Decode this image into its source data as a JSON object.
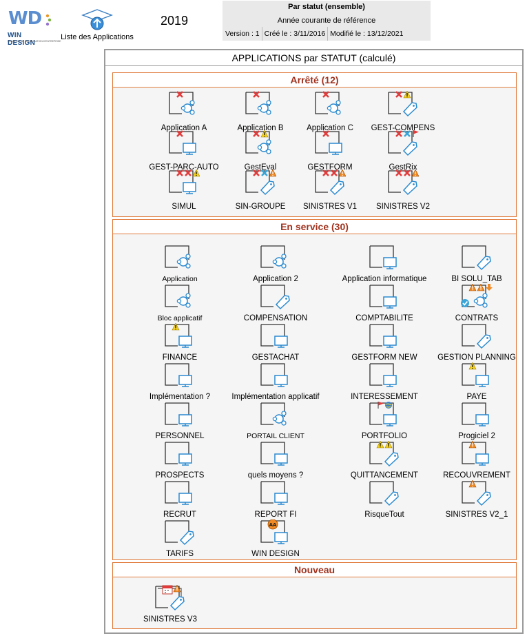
{
  "header": {
    "logo_text": "WIN DESIGN",
    "logo_tagline": "SOLUTION DE MODELISATION D'ENTREPRISE",
    "applist_label": "Liste des Applications",
    "year": "2019",
    "info": {
      "title": "Par statut (ensemble)",
      "subtitle": "Année courante de référence",
      "version": "Version : 1",
      "created": "Créé le : 3/11/2016",
      "modified": "Modifié le : 13/12/2021"
    }
  },
  "main_title": "APPLICATIONS par STATUT (calculé)",
  "sections": [
    {
      "title": "Arrêté (12)",
      "items": [
        {
          "label": "Application A",
          "shape": "circles",
          "badges": [
            "x"
          ]
        },
        {
          "label": "Application B",
          "shape": "circles",
          "badges": [
            "x"
          ]
        },
        {
          "label": "Application C",
          "shape": "circles",
          "badges": [
            "x"
          ]
        },
        {
          "label": "GEST-COMPENS",
          "shape": "tag",
          "badges": [
            "x",
            "warn-yellow"
          ]
        },
        {
          "label": "GEST-PARC-AUTO",
          "shape": "monitor",
          "badges": [
            "x"
          ]
        },
        {
          "label": "GestEval",
          "shape": "circles",
          "badges": [
            "x",
            "warn-yellow"
          ]
        },
        {
          "label": "GESTFORM",
          "shape": "monitor",
          "badges": [
            "x"
          ]
        },
        {
          "label": "GestRix",
          "shape": "tag",
          "badges": [
            "x",
            "x-blue",
            "flag"
          ]
        },
        {
          "label": "SIMUL",
          "shape": "monitor",
          "badges": [
            "x",
            "x",
            "warn-yellow"
          ]
        },
        {
          "label": "SIN-GROUPE",
          "shape": "tag",
          "badges": [
            "x",
            "x-blue",
            "warn-orange"
          ]
        },
        {
          "label": "SINISTRES V1",
          "shape": "tag",
          "badges": [
            "x",
            "x",
            "warn-orange"
          ]
        },
        {
          "label": "SINISTRES V2",
          "shape": "tag",
          "badges": [
            "x",
            "x",
            "warn-orange"
          ]
        }
      ]
    },
    {
      "title": "En service (30)",
      "items": [
        {
          "label": "Application",
          "shape": "circles",
          "badges": []
        },
        {
          "label": "Application 2",
          "shape": "circles",
          "badges": []
        },
        {
          "label": "Application informatique",
          "shape": "monitor",
          "badges": []
        },
        {
          "label": "BI SOLU_TAB",
          "shape": "tag",
          "badges": []
        },
        {
          "label": "Bloc applicatif",
          "shape": "circles",
          "badges": []
        },
        {
          "label": "COMPENSATION",
          "shape": "tag",
          "badges": []
        },
        {
          "label": "COMPTABILITE",
          "shape": "monitor",
          "badges": []
        },
        {
          "label": "CONTRATS",
          "shape": "circles",
          "badges": [
            "warn-orange",
            "warn-orange",
            "arrow-down",
            "check"
          ]
        },
        {
          "label": "FINANCE",
          "shape": "monitor",
          "badges": [
            "warn-yellow"
          ]
        },
        {
          "label": "GESTACHAT",
          "shape": "monitor",
          "badges": []
        },
        {
          "label": "GESTFORM NEW",
          "shape": "monitor",
          "badges": []
        },
        {
          "label": "GESTION PLANNING",
          "shape": "tag",
          "badges": []
        },
        {
          "label": "Implémentation ?",
          "shape": "monitor",
          "badges": []
        },
        {
          "label": "Implémentation applicatif",
          "shape": "monitor",
          "badges": []
        },
        {
          "label": "INTERESSEMENT",
          "shape": "monitor",
          "badges": []
        },
        {
          "label": "PAYE",
          "shape": "monitor",
          "badges": [
            "warn-yellow"
          ]
        },
        {
          "label": "PERSONNEL",
          "shape": "monitor",
          "badges": []
        },
        {
          "label": "PORTAIL CLIENT",
          "shape": "circles",
          "badges": []
        },
        {
          "label": "PORTFOLIO",
          "shape": "monitor",
          "badges": [
            "flag",
            "globe"
          ]
        },
        {
          "label": "Progiciel 2",
          "shape": "monitor",
          "badges": []
        },
        {
          "label": "PROSPECTS",
          "shape": "monitor",
          "badges": []
        },
        {
          "label": "quels moyens ?",
          "shape": "monitor",
          "badges": []
        },
        {
          "label": "QUITTANCEMENT",
          "shape": "tag",
          "badges": [
            "warn-yellow",
            "warn-yellow"
          ]
        },
        {
          "label": "RECOUVREMENT",
          "shape": "monitor",
          "badges": [
            "warn-orange"
          ]
        },
        {
          "label": "RECRUT",
          "shape": "monitor",
          "badges": []
        },
        {
          "label": "REPORT FI",
          "shape": "monitor",
          "badges": []
        },
        {
          "label": "RisqueTout",
          "shape": "tag",
          "badges": []
        },
        {
          "label": "SINISTRES V2_1",
          "shape": "tag",
          "badges": [
            "warn-orange"
          ]
        },
        {
          "label": "TARIFS",
          "shape": "tag",
          "badges": []
        },
        {
          "label": "WIN DESIGN",
          "shape": "monitor",
          "badges": [
            "aa"
          ]
        }
      ]
    },
    {
      "title": "Nouveau",
      "items": [
        {
          "label": "SINISTRES V3",
          "shape": "tag",
          "badges": [
            "calendar",
            "warn-orange"
          ]
        }
      ]
    }
  ]
}
